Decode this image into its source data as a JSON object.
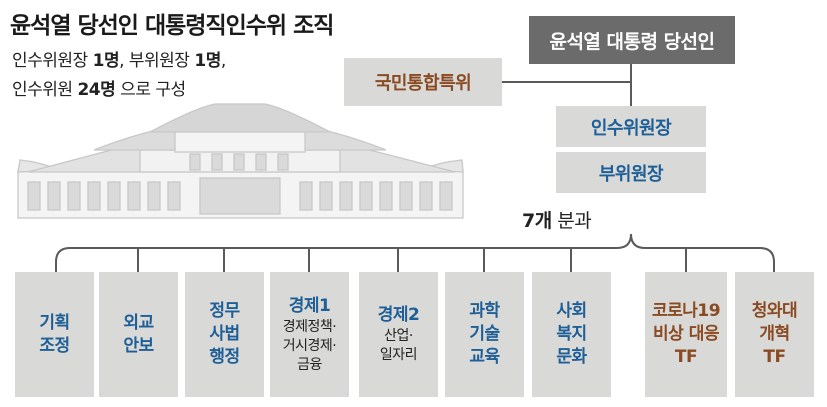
{
  "header": {
    "title": "윤석열 당선인 대통령직인수위 조직",
    "line1_a": "인수위원장 ",
    "line1_b": "1명",
    "line1_c": ", 부위원장 ",
    "line1_d": "1명",
    "line1_e": ",",
    "line2_a": "인수위원 ",
    "line2_b": "24명",
    "line2_c": " 으로 구성"
  },
  "org": {
    "president_elect": "윤석열 대통령 당선인",
    "national_committee": "국민통합특위",
    "chair": "인수위원장",
    "vice_chair": "부위원장",
    "divisions_count_a": "7개",
    "divisions_count_b": " 분과"
  },
  "divisions": [
    {
      "lines": [
        "기획",
        "조정"
      ]
    },
    {
      "lines": [
        "외교",
        "안보"
      ]
    },
    {
      "lines": [
        "정무",
        "사법",
        "행정"
      ]
    },
    {
      "title": "경제1",
      "lines": [
        "경제정책·",
        "거시경제·",
        "금융"
      ]
    },
    {
      "title": "경제2",
      "lines": [
        "산업·",
        "일자리"
      ]
    },
    {
      "lines": [
        "과학",
        "기술",
        "교육"
      ]
    },
    {
      "lines": [
        "사회",
        "복지",
        "문화"
      ]
    },
    {
      "lines": [
        "코로나19",
        "비상 대응",
        "TF"
      ]
    },
    {
      "lines": [
        "청와대",
        "개혁",
        "TF"
      ]
    }
  ],
  "colors": {
    "line": "#5a5a5a",
    "box": "#d9d9d7",
    "division_text": "#1f5f97",
    "tf_text": "#8a4a22",
    "president_box": "#6b6b6b"
  },
  "decor": {
    "building": "blue-house-icon"
  }
}
